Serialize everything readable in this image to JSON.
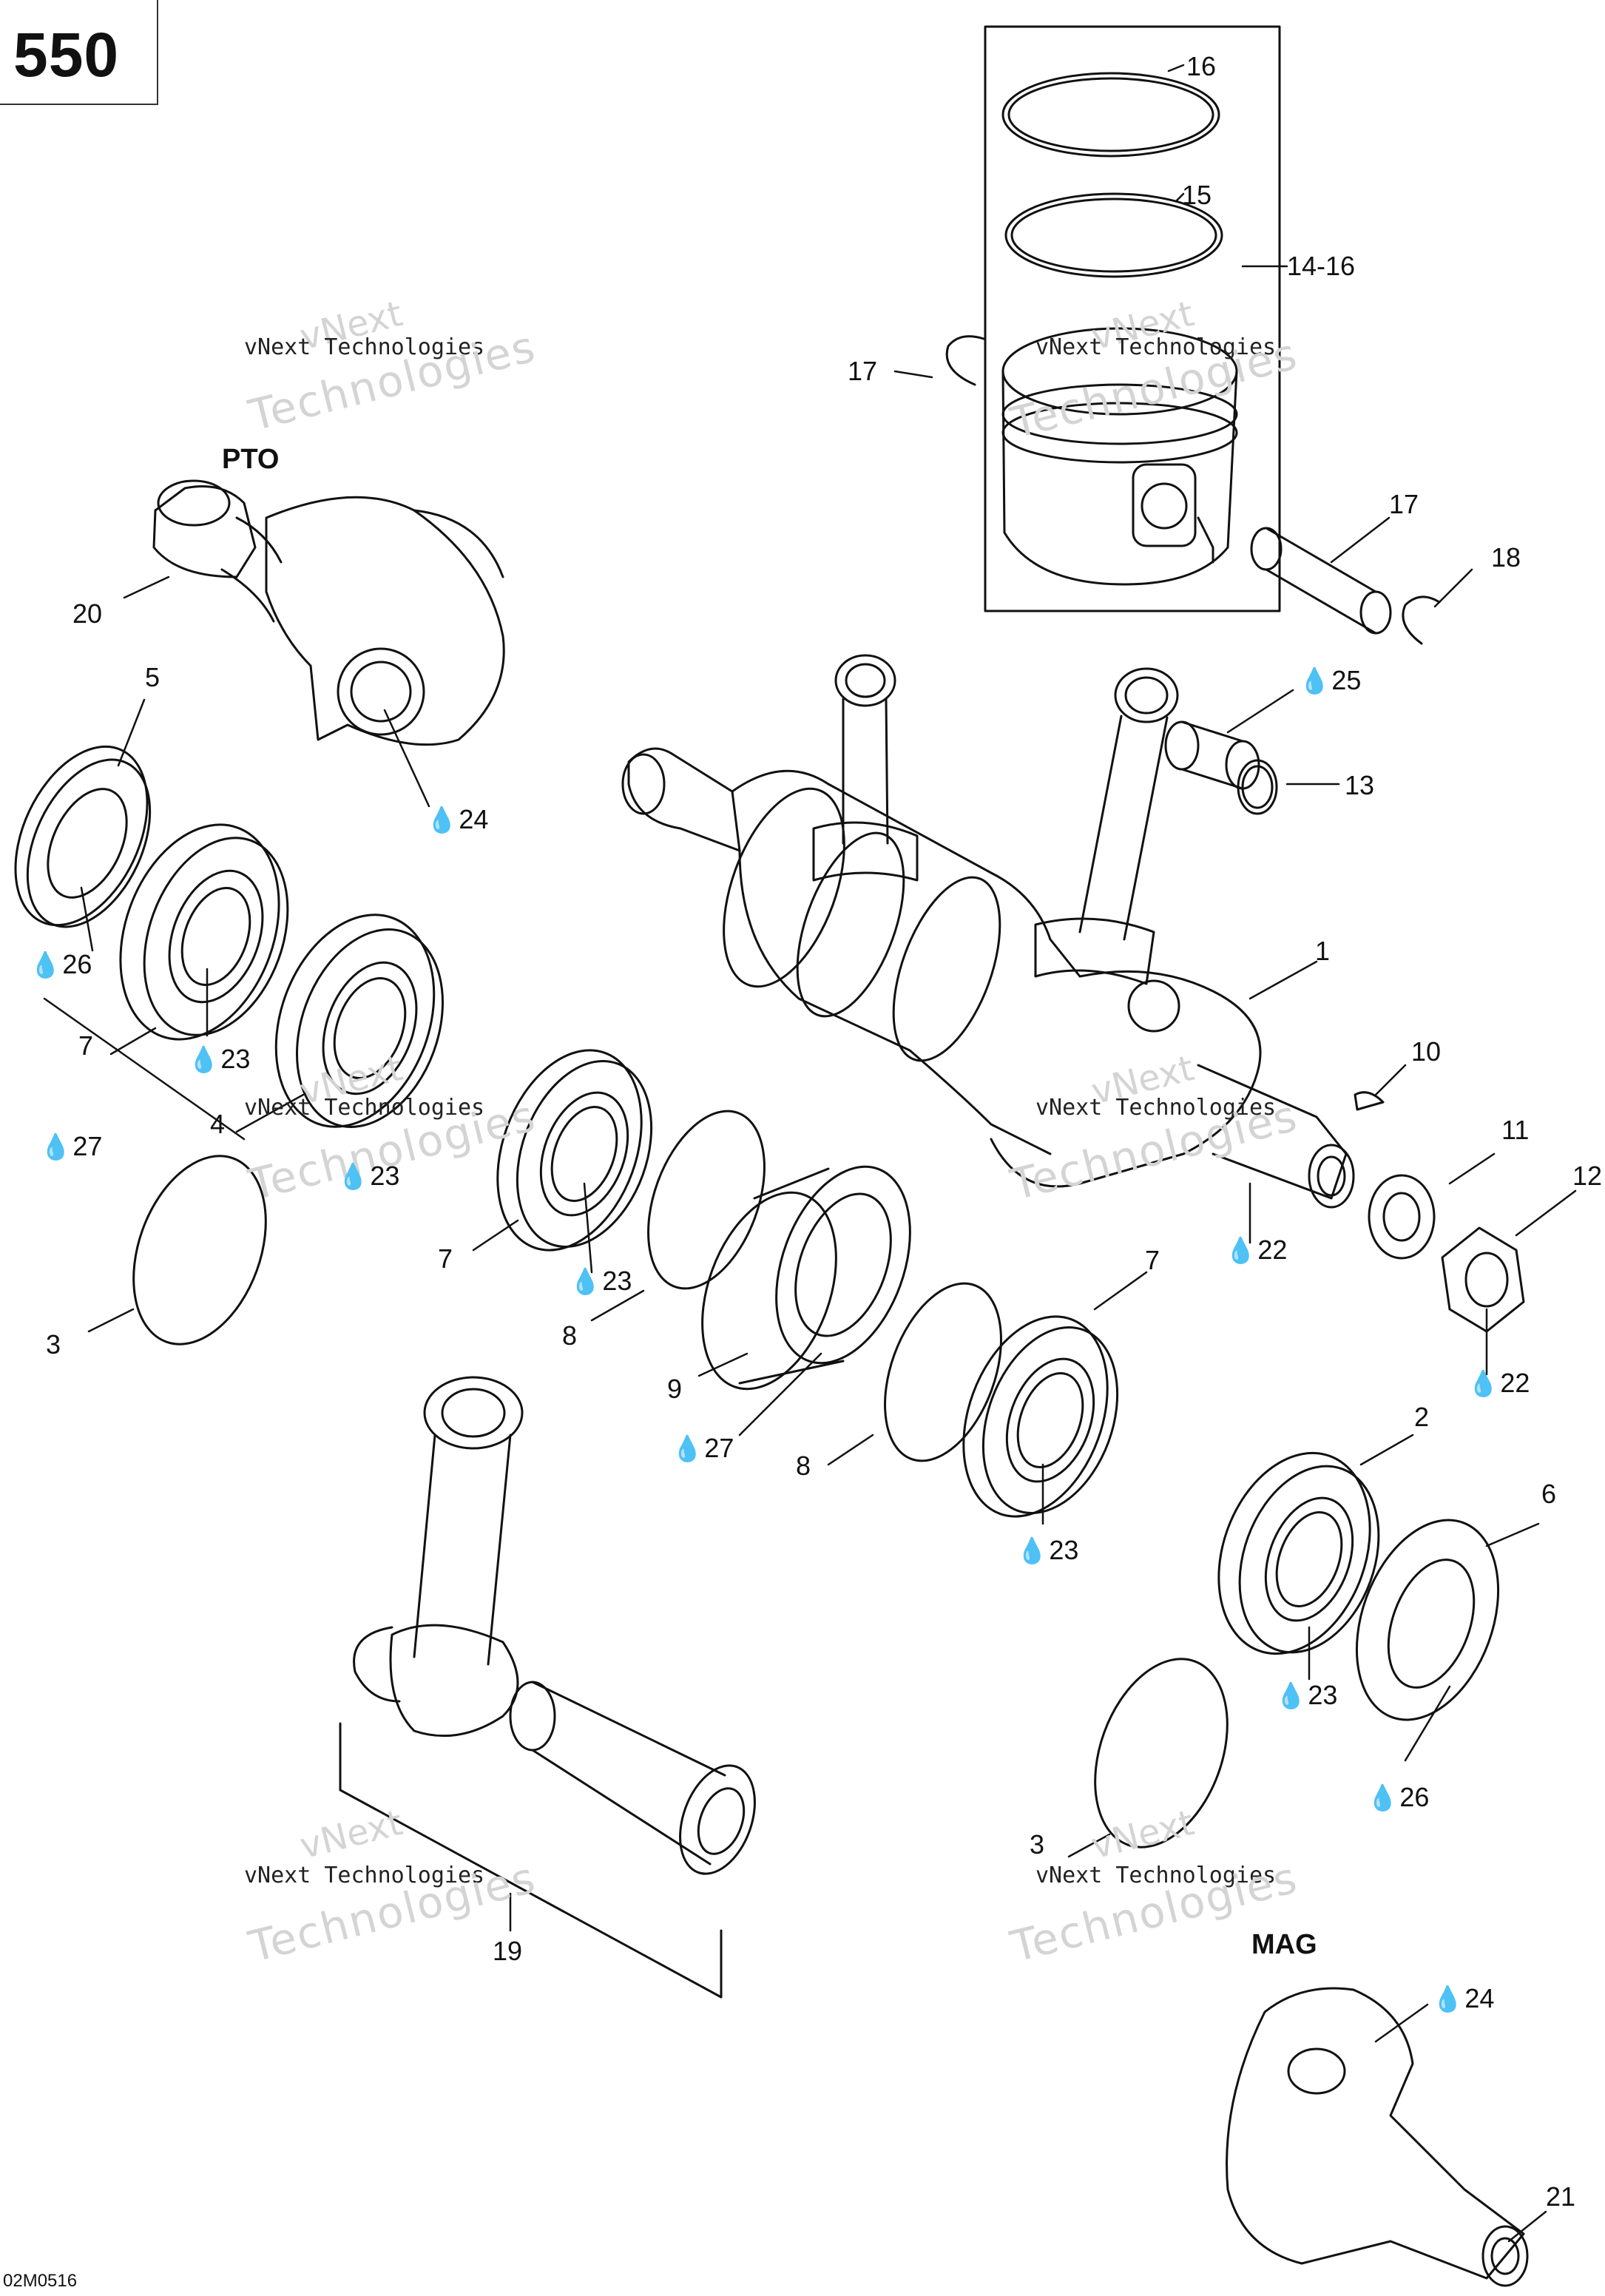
{
  "page_id": "550",
  "drawing_code": "02M0516",
  "end_labels": {
    "pto": "PTO",
    "mag": "MAG"
  },
  "watermark": {
    "line": "vNext Technologies",
    "small": "vNext",
    "large": "Technologies"
  },
  "drop_glyph": "💧",
  "callouts": {
    "c1": "1",
    "c2": "2",
    "c3a": "3",
    "c3b": "3",
    "c4": "4",
    "c5": "5",
    "c6": "6",
    "c7a": "7",
    "c7b": "7",
    "c7c": "7",
    "c8a": "8",
    "c8b": "8",
    "c9": "9",
    "c10": "10",
    "c11": "11",
    "c12": "12",
    "c13": "13",
    "c14": "14-16",
    "c15": "15",
    "c16": "16",
    "c17a": "17",
    "c17b": "17",
    "c18": "18",
    "c19": "19",
    "c20": "20",
    "c21": "21",
    "d22a": "22",
    "d22b": "22",
    "d23a": "23",
    "d23b": "23",
    "d23c": "23",
    "d23d": "23",
    "d23e": "23",
    "d24a": "24",
    "d24b": "24",
    "d25": "25",
    "d26a": "26",
    "d26b": "26",
    "d27a": "27",
    "d27b": "27"
  }
}
